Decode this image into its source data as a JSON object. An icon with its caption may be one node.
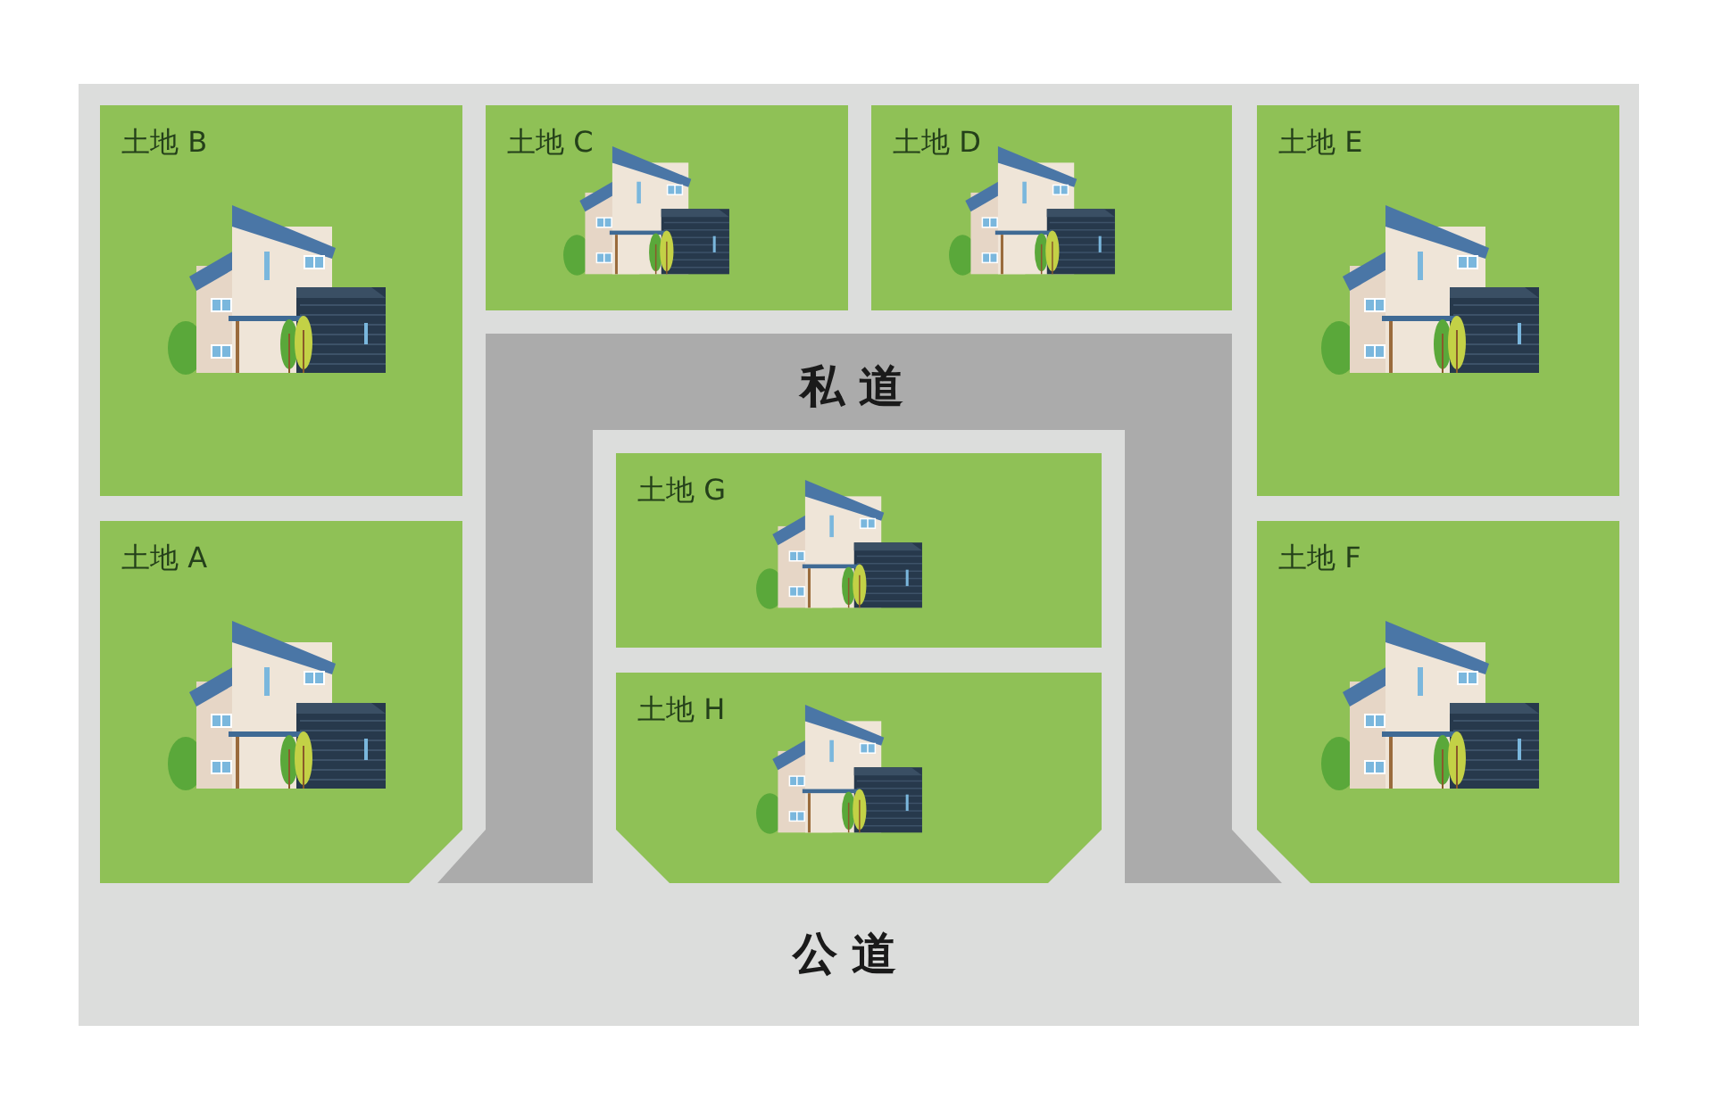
{
  "diagram": {
    "nodes": [
      {
        "text": [
          "土地 B"
        ]
      },
      {
        "text": [
          "土地 C"
        ]
      },
      {
        "text": [
          "土地 D"
        ]
      },
      {
        "text": [
          "土地 E"
        ]
      },
      {
        "text": [
          "私道"
        ]
      },
      {
        "text": [
          "土地 G"
        ]
      },
      {
        "text": [
          "土地 H"
        ]
      },
      {
        "text": [
          "土地 A"
        ]
      },
      {
        "text": [
          "土地 F"
        ]
      },
      {
        "text": [
          "公道"
        ]
      }
    ]
  }
}
